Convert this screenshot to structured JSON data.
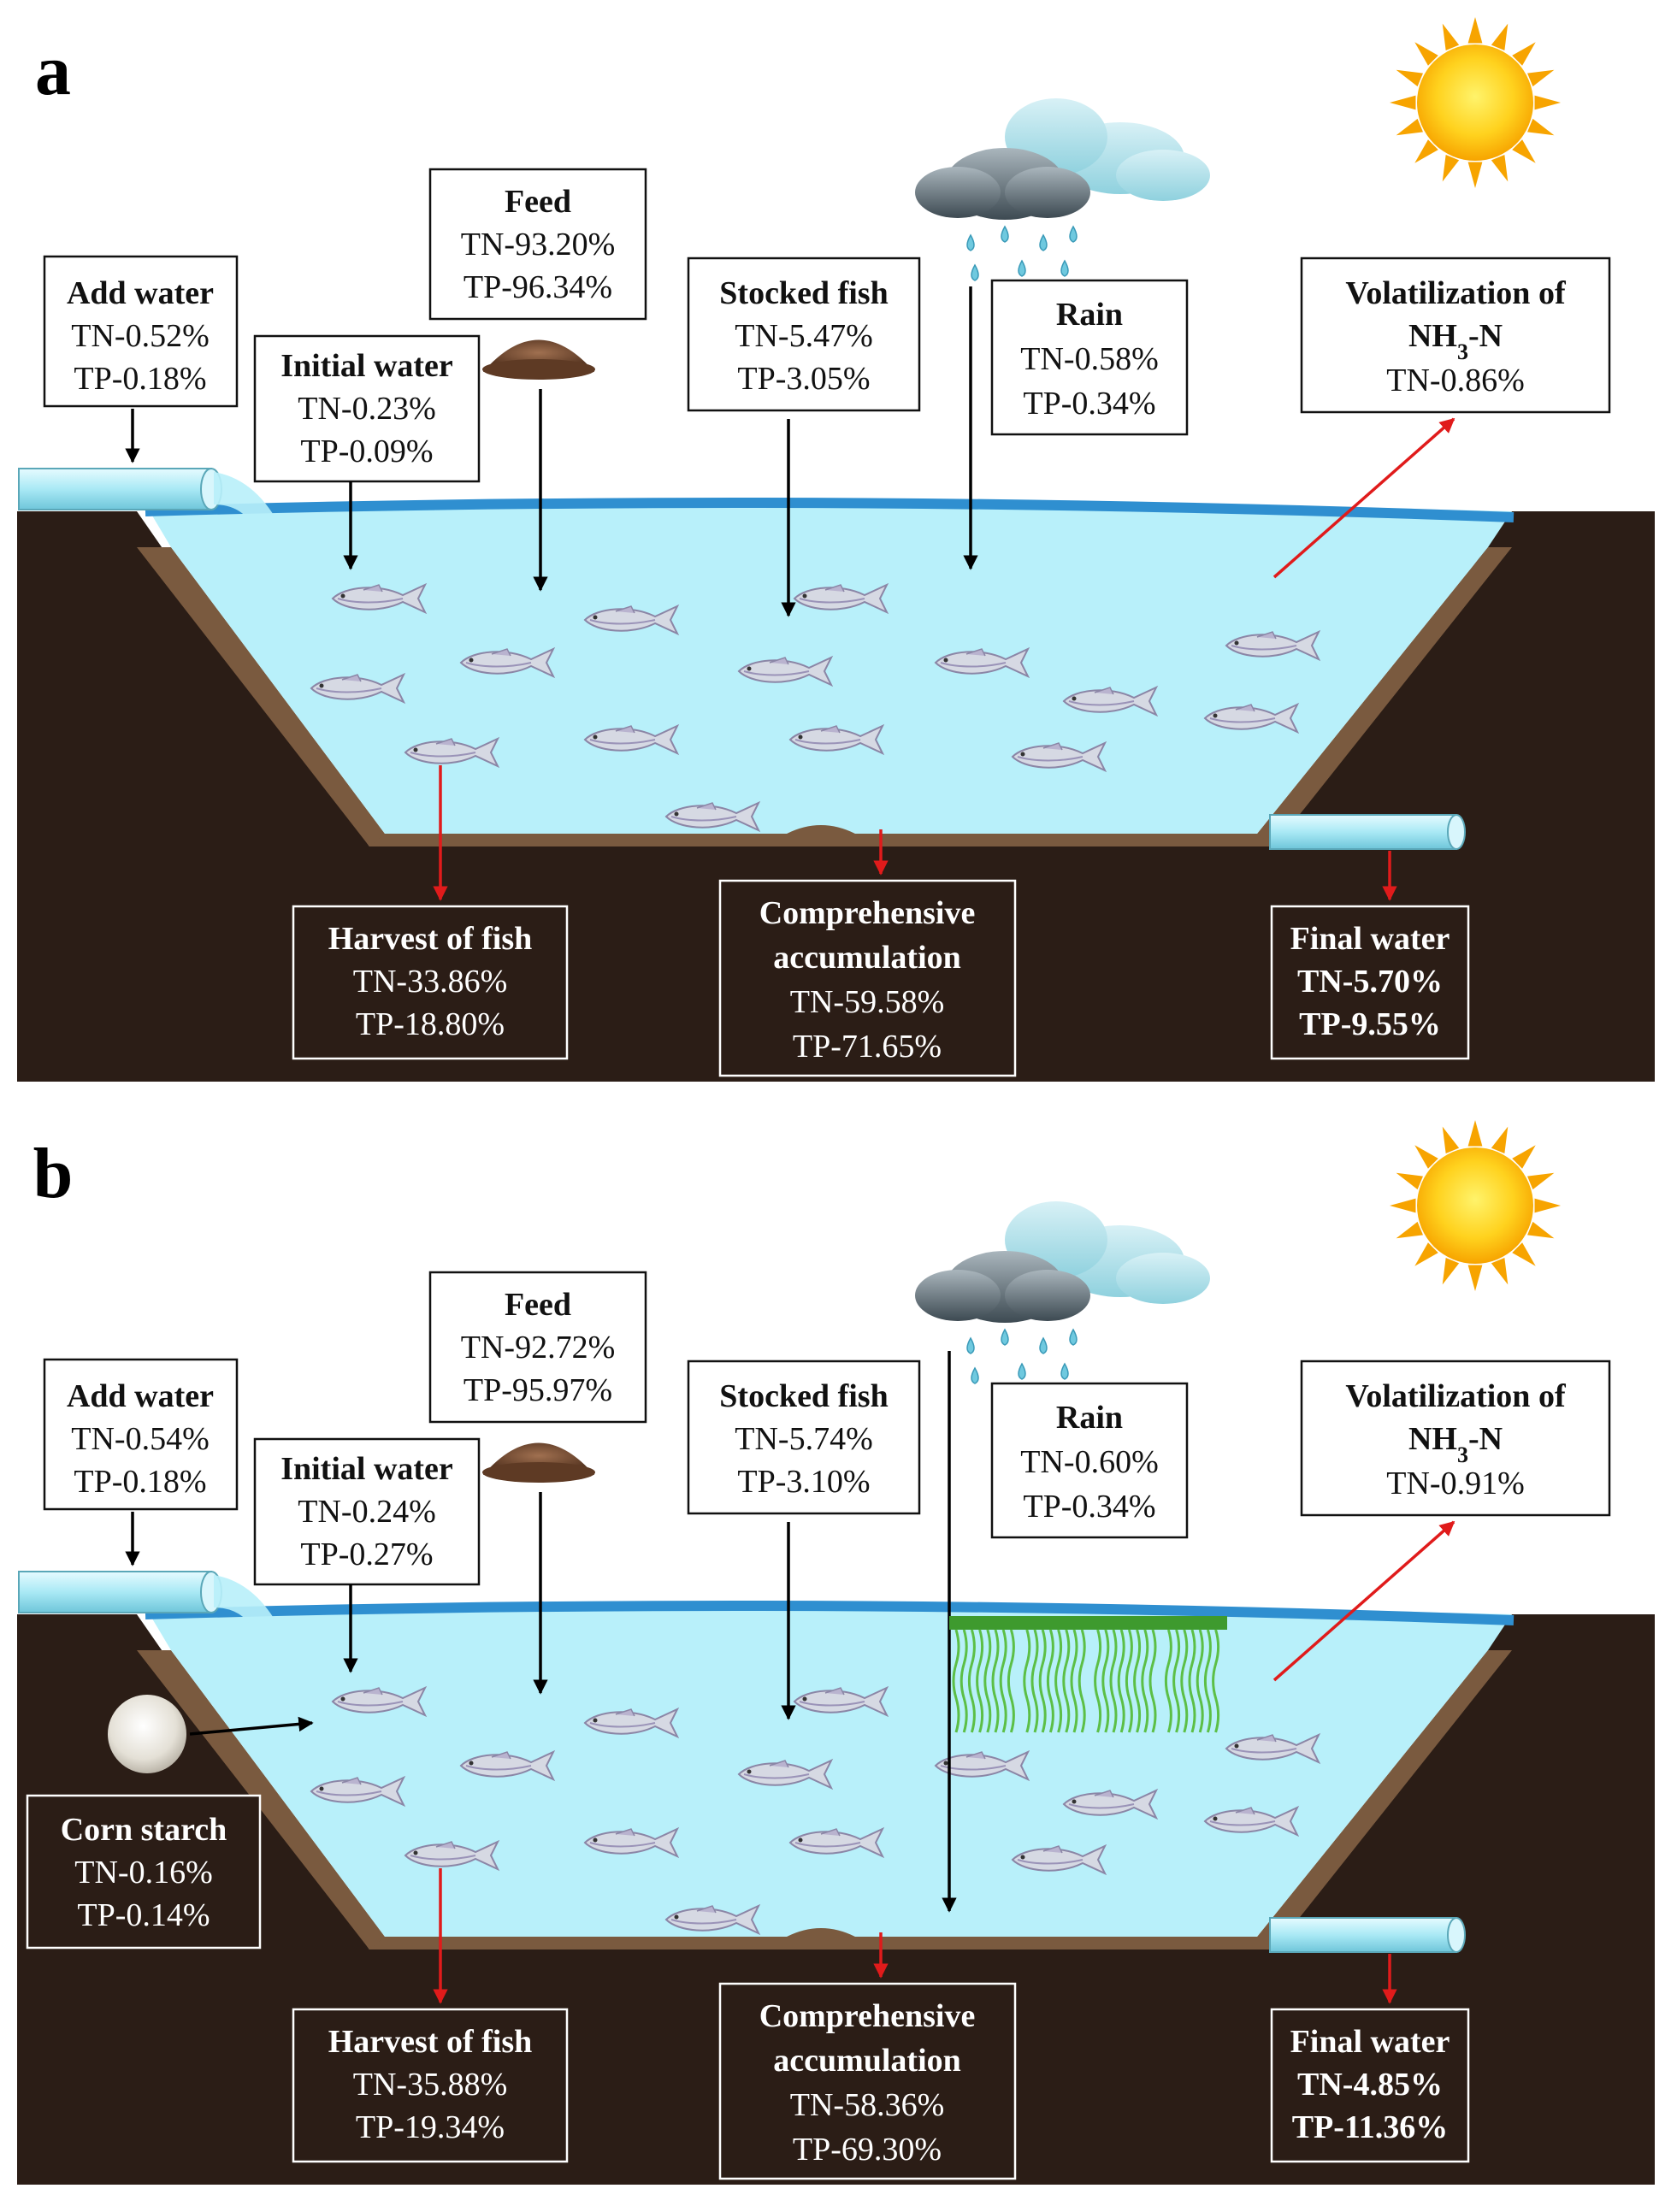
{
  "panels": [
    {
      "letter": "a",
      "add_water": {
        "title": "Add water",
        "tn": "TN-0.52%",
        "tp": "TP-0.18%"
      },
      "initial_water": {
        "title": "Initial water",
        "tn": "TN-0.23%",
        "tp": "TP-0.09%"
      },
      "feed": {
        "title": "Feed",
        "tn": "TN-93.20%",
        "tp": "TP-96.34%"
      },
      "stocked_fish": {
        "title": "Stocked fish",
        "tn": "TN-5.47%",
        "tp": "TP-3.05%"
      },
      "rain": {
        "title": "Rain",
        "tn": "TN-0.58%",
        "tp": "TP-0.34%"
      },
      "volatilization": {
        "title1": "Volatilization of",
        "title2": "NH",
        "sub": "3",
        "title3": "-N",
        "tn": "TN-0.86%"
      },
      "harvest": {
        "title": "Harvest of fish",
        "tn": "TN-33.86%",
        "tp": "TP-18.80%"
      },
      "accumulation": {
        "title1": "Comprehensive",
        "title2": "accumulation",
        "tn": "TN-59.58%",
        "tp": "TP-71.65%"
      },
      "final_water": {
        "title": "Final water",
        "tn": "TN-5.70%",
        "tp": "TP-9.55%"
      }
    },
    {
      "letter": "b",
      "add_water": {
        "title": "Add water",
        "tn": "TN-0.54%",
        "tp": "TP-0.18%"
      },
      "initial_water": {
        "title": "Initial water",
        "tn": "TN-0.24%",
        "tp": "TP-0.27%"
      },
      "feed": {
        "title": "Feed",
        "tn": "TN-92.72%",
        "tp": "TP-95.97%"
      },
      "stocked_fish": {
        "title": "Stocked fish",
        "tn": "TN-5.74%",
        "tp": "TP-3.10%"
      },
      "rain": {
        "title": "Rain",
        "tn": "TN-0.60%",
        "tp": "TP-0.34%"
      },
      "volatilization": {
        "title1": "Volatilization of",
        "title2": "NH",
        "sub": "3",
        "title3": "-N",
        "tn": "TN-0.91%"
      },
      "harvest": {
        "title": "Harvest of fish",
        "tn": "TN-35.88%",
        "tp": "TP-19.34%"
      },
      "accumulation": {
        "title1": "Comprehensive",
        "title2": "accumulation",
        "tn": "TN-58.36%",
        "tp": "TP-69.30%"
      },
      "final_water": {
        "title": "Final water",
        "tn": "TN-4.85%",
        "tp": "TP-11.36%"
      },
      "corn_starch": {
        "title": "Corn starch",
        "tn": "TN-0.16%",
        "tp": "TP-0.14%"
      }
    }
  ],
  "colors": {
    "soil": "#2b1d16",
    "water": "#b8f0fa",
    "water_surface": "#2f8fd0",
    "sediment": "#7a5a3f",
    "arrow_in": "#000000",
    "arrow_out": "#e01b1b",
    "plants": "#4caf3a"
  }
}
